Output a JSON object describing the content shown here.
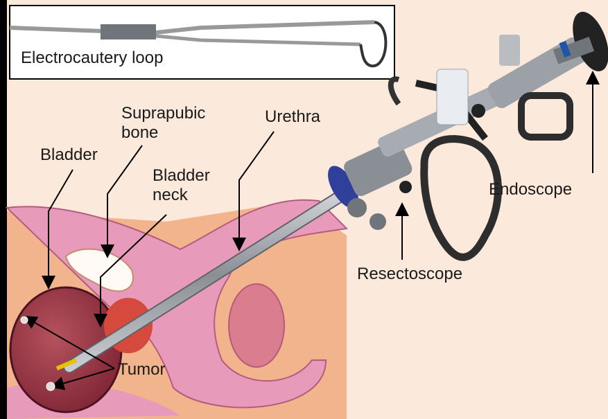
{
  "labels": {
    "inset": "Electrocautery loop",
    "suprapubic_bone": "Suprapubic\nbone",
    "urethra": "Urethra",
    "bladder": "Bladder",
    "bladder_neck": "Bladder\nneck",
    "endoscope": "Endoscope",
    "resectoscope": "Resectoscope",
    "tumor": "Tumor"
  },
  "colors": {
    "background": "#fbe9dc",
    "tissue": "#f2b48c",
    "prostate_pink": "#e79ab9",
    "bladder": "#9b3a48",
    "bone": "#fffaf6",
    "steel": "#8a8f96",
    "handle": "#333333",
    "eyepiece": "#222222",
    "ring_blue": "#2f3f9a"
  },
  "icons": [
    "loop-icon",
    "arrow-icon"
  ]
}
